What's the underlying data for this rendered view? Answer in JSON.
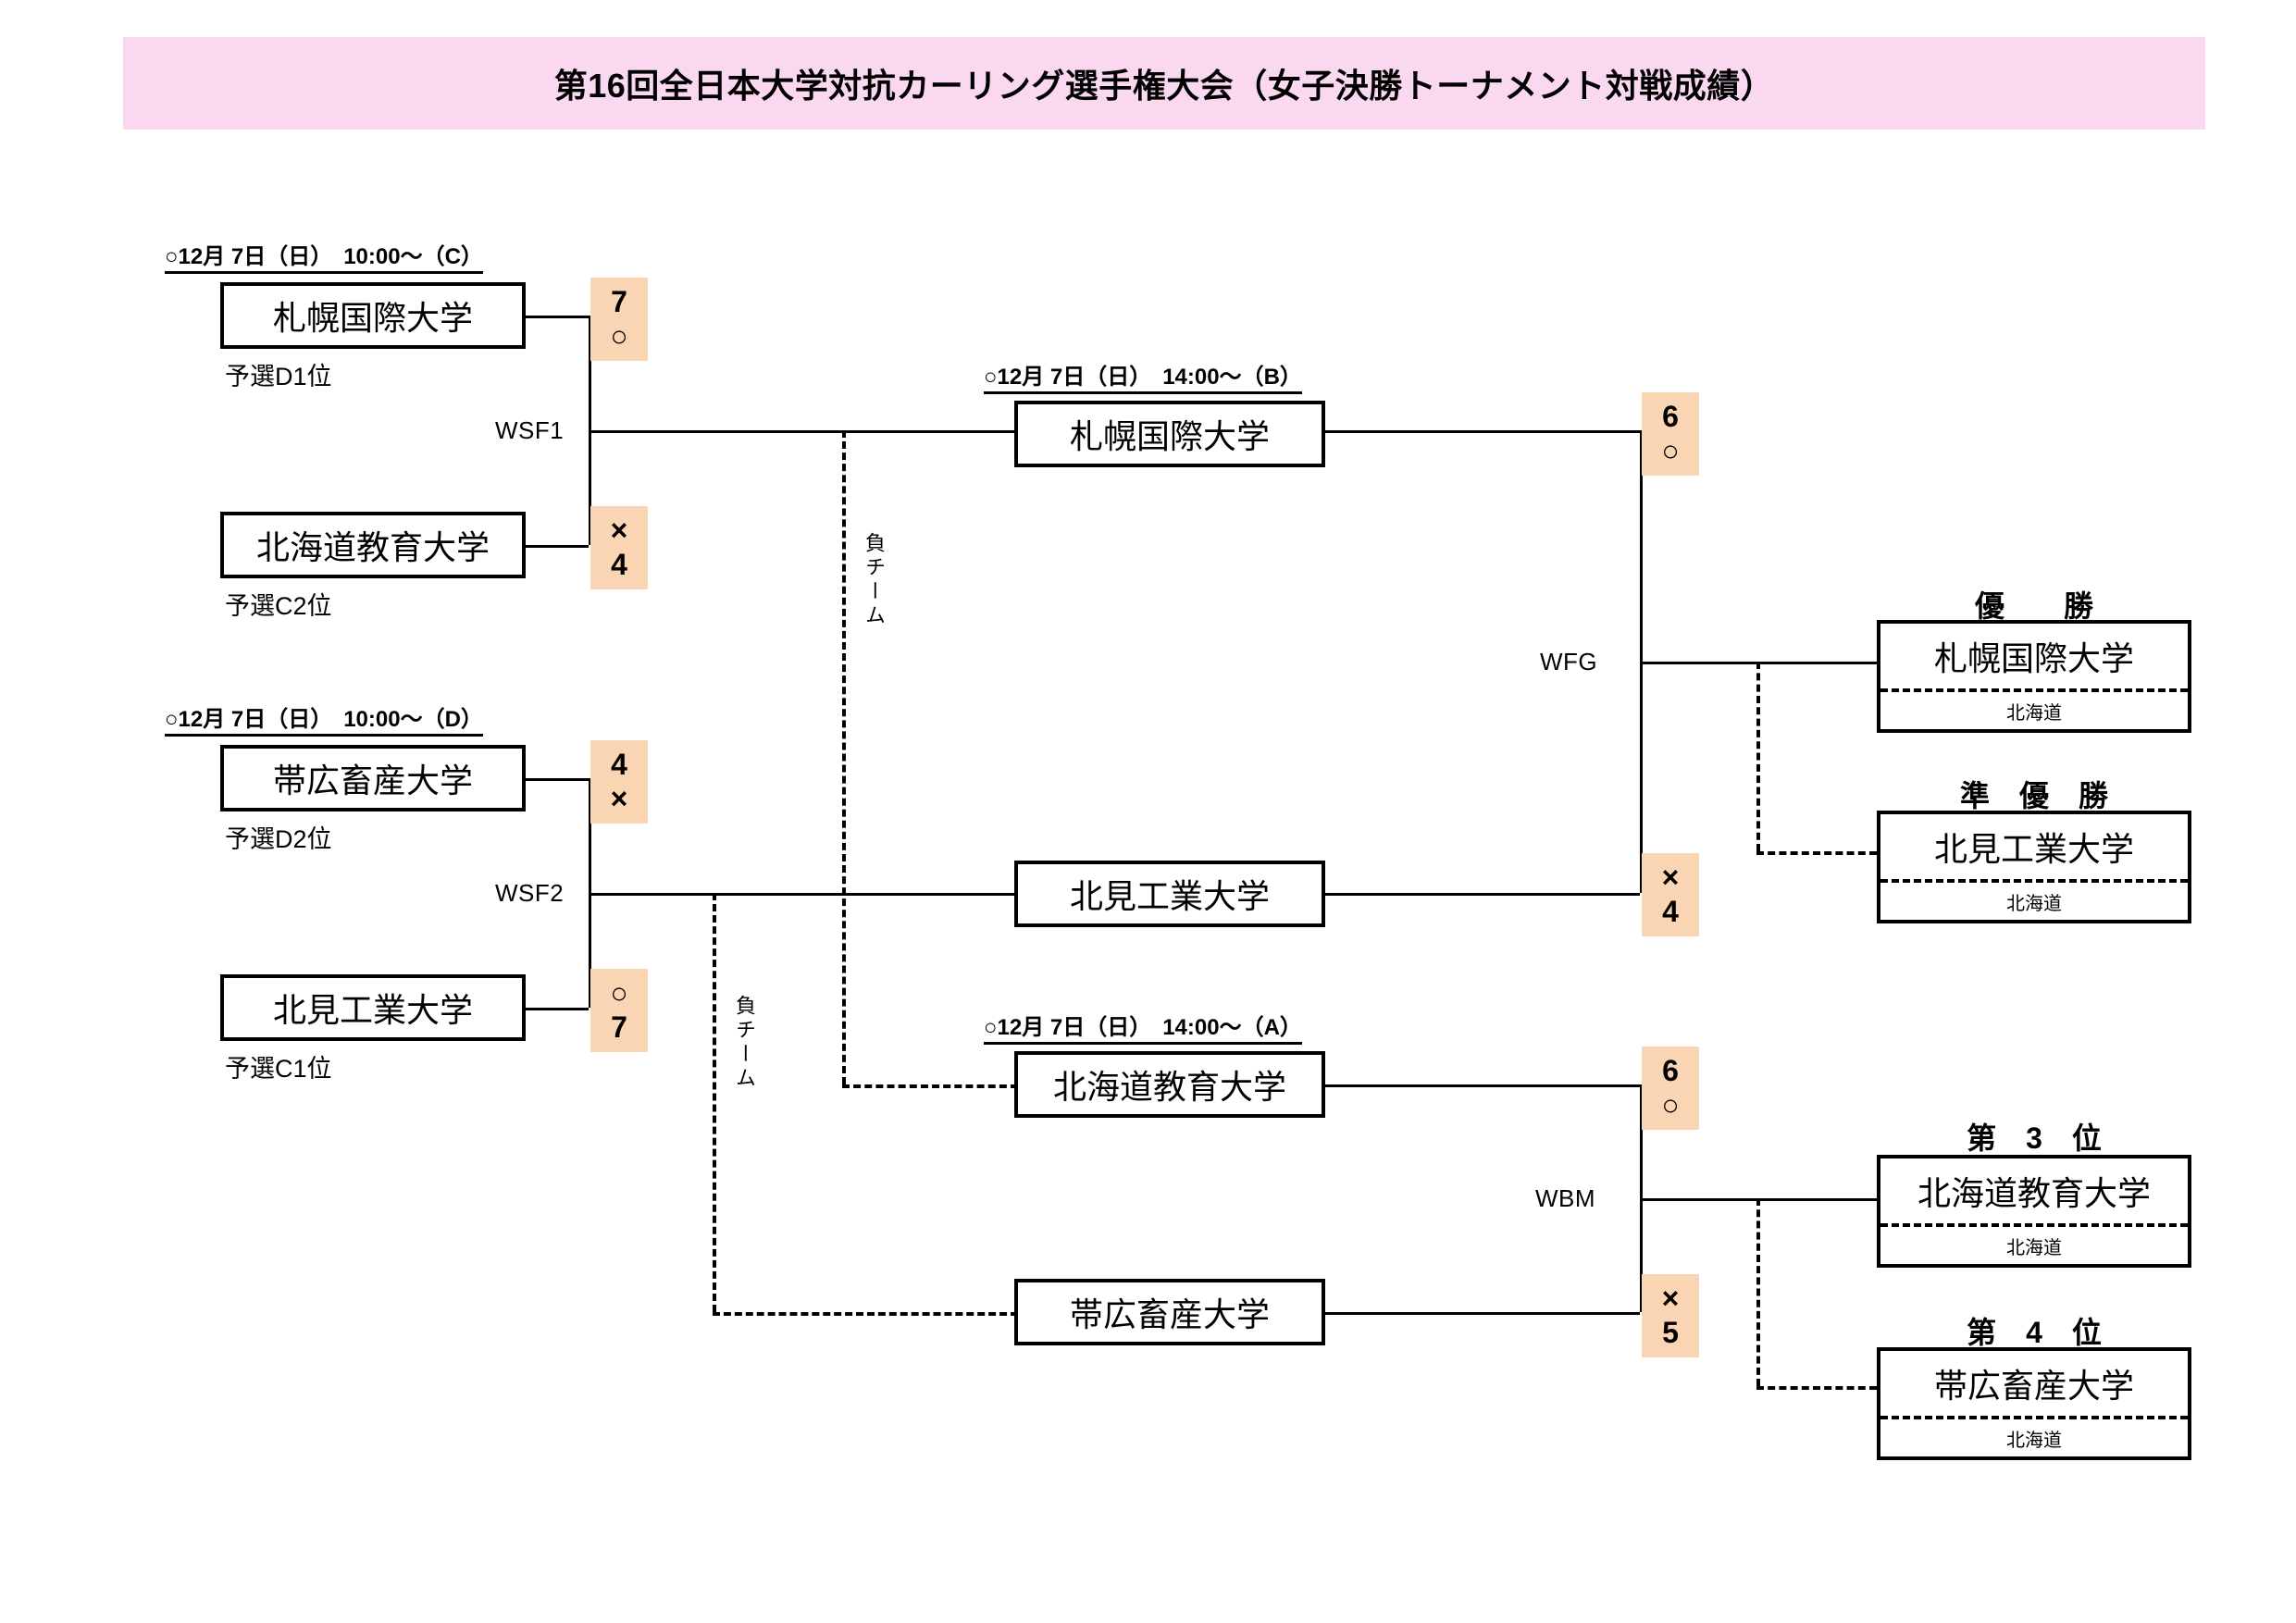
{
  "page": {
    "title": "第16回全日本大学対抗カーリング選手権大会（女子決勝トーナメント対戦成績）",
    "banner_color": "#f9d8f0",
    "score_cell_color": "#fad5b4"
  },
  "semifinals": {
    "sf1": {
      "date_label": "○12月 7日（日）　10:00～（C）",
      "round_label": "WSF1",
      "top": {
        "team": "札幌国際大学",
        "seed": "予選D1位",
        "score": "7",
        "mark": "○",
        "order": "score-first"
      },
      "bottom": {
        "team": "北海道教育大学",
        "seed": "予選C2位",
        "score": "4",
        "mark": "×",
        "order": "mark-first"
      }
    },
    "sf2": {
      "date_label": "○12月 7日（日）　10:00～（D）",
      "round_label": "WSF2",
      "top": {
        "team": "帯広畜産大学",
        "seed": "予選D2位",
        "score": "4",
        "mark": "×",
        "order": "score-first"
      },
      "bottom": {
        "team": "北見工業大学",
        "seed": "予選C1位",
        "score": "7",
        "mark": "○",
        "order": "mark-first"
      }
    }
  },
  "final": {
    "date_label": "○12月 7日（日）　14:00～（B）",
    "round_label": "WFG",
    "top": {
      "team": "札幌国際大学",
      "score": "6",
      "mark": "○"
    },
    "bottom": {
      "team": "北見工業大学",
      "score": "4",
      "mark": "×"
    }
  },
  "bronze": {
    "date_label": "○12月 7日（日）　14:00～（A）",
    "round_label": "WBM",
    "top": {
      "team": "北海道教育大学",
      "score": "6",
      "mark": "○"
    },
    "bottom": {
      "team": "帯広畜産大学",
      "score": "5",
      "mark": "×"
    }
  },
  "loser_tags": {
    "upper": "負チーム",
    "lower": "負チーム"
  },
  "results": [
    {
      "rank": "優　　勝",
      "team": "札幌国際大学",
      "region": "北海道"
    },
    {
      "rank": "準　優　勝",
      "team": "北見工業大学",
      "region": "北海道"
    },
    {
      "rank": "第　3　位",
      "team": "北海道教育大学",
      "region": "北海道"
    },
    {
      "rank": "第　4　位",
      "team": "帯広畜産大学",
      "region": "北海道"
    }
  ]
}
